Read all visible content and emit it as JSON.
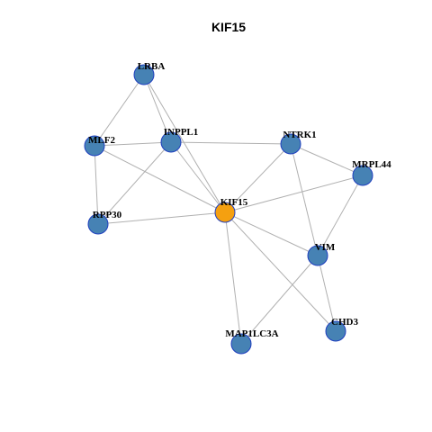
{
  "title": "KIF15",
  "colors": {
    "hub_fill": "#F5A010",
    "node_fill": "#4682B4",
    "node_stroke": "#1F3FBF",
    "edge": "#B0B0B0"
  },
  "nodes": [
    {
      "id": "LRBA",
      "hub": false
    },
    {
      "id": "MLF2",
      "hub": false
    },
    {
      "id": "INPPL1",
      "hub": false
    },
    {
      "id": "NTRK1",
      "hub": false
    },
    {
      "id": "MRPL44",
      "hub": false
    },
    {
      "id": "KIF15",
      "hub": true
    },
    {
      "id": "RPP30",
      "hub": false
    },
    {
      "id": "VIM",
      "hub": false
    },
    {
      "id": "MAP1LC3A",
      "hub": false
    },
    {
      "id": "CHD3",
      "hub": false
    }
  ],
  "edges": [
    [
      "LRBA",
      "MLF2"
    ],
    [
      "LRBA",
      "INPPL1"
    ],
    [
      "LRBA",
      "KIF15"
    ],
    [
      "MLF2",
      "INPPL1"
    ],
    [
      "MLF2",
      "RPP30"
    ],
    [
      "MLF2",
      "KIF15"
    ],
    [
      "INPPL1",
      "NTRK1"
    ],
    [
      "INPPL1",
      "RPP30"
    ],
    [
      "INPPL1",
      "KIF15"
    ],
    [
      "NTRK1",
      "MRPL44"
    ],
    [
      "NTRK1",
      "KIF15"
    ],
    [
      "NTRK1",
      "VIM"
    ],
    [
      "MRPL44",
      "KIF15"
    ],
    [
      "MRPL44",
      "VIM"
    ],
    [
      "KIF15",
      "RPP30"
    ],
    [
      "KIF15",
      "VIM"
    ],
    [
      "KIF15",
      "MAP1LC3A"
    ],
    [
      "KIF15",
      "CHD3"
    ],
    [
      "VIM",
      "MAP1LC3A"
    ],
    [
      "VIM",
      "CHD3"
    ]
  ]
}
